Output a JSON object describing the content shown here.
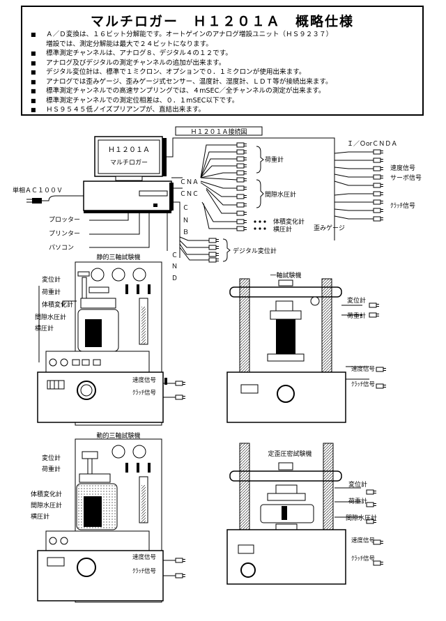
{
  "title": "マルチロガー　Ｈ１２０１Ａ　概略仕様",
  "specs": [
    {
      "bullet": true,
      "text": "Ａ／Ｄ変換は、１６ビット分解能です。オートゲインのアナログ増設ユニット（ＨＳ９２３７）"
    },
    {
      "bullet": false,
      "text": "増設では、測定分解能は最大で２４ビットになります。"
    },
    {
      "bullet": true,
      "text": "標準測定チャンネルは、アナログ８、デジタル４の１２です。"
    },
    {
      "bullet": true,
      "text": "アナログ及びデジタルの測定チャンネルの追加が出来ます。"
    },
    {
      "bullet": true,
      "text": "デジタル変位計は、標準で１ミクロン、オプションで０．１ミクロンが使用出来ます。"
    },
    {
      "bullet": true,
      "text": "アナログでは歪みゲージ、歪みゲージ式センサー、温度計、湿度計、ＬＤＴ等が接続出来ます。"
    },
    {
      "bullet": true,
      "text": "標準測定チャンネルでの高速サンプリングでは、４mSEC／全チャンネルの測定が出来ます。"
    },
    {
      "bullet": true,
      "text": "標準測定チャンネルでの測定位相差は、０．１mSEC以下です。"
    },
    {
      "bullet": true,
      "text": "ＨＳ９５４５低ノイズプリアンプが、直結出来ます。"
    }
  ],
  "diagram": {
    "title": "Ｈ１２０１Ａ接続図",
    "monitor_line1": "Ｈ１２０１Ａ",
    "monitor_line2": "マルチロガー",
    "power": "単相ＡＣ１００Ｖ",
    "plotter": "プロッター",
    "printer": "プリンター",
    "pc": "パソコン",
    "cna": "ＣＮＡ",
    "cnc": "ＣＮＣ",
    "port_c": "Ｃ",
    "port_n": "Ｎ",
    "port_b": "Ｂ",
    "cnd_c": "Ｃ",
    "cnd_n": "Ｎ",
    "cnd_d": "Ｄ",
    "load_cell": "荷重計",
    "pore_pressure": "間隙水圧計",
    "volume_change": "体積変化計",
    "lateral_pressure": "横圧計",
    "strain_gauge": "歪みゲージ",
    "digital_disp": "デジタル変位計",
    "io_cnda": "Ｉ／ＯorＣＮＤＡ",
    "speed_signal": "速度信号",
    "servo_signal": "サーボ信号",
    "clutch_signal": "ｸﾗｯﾁ信号"
  },
  "machines": {
    "static_triaxial": {
      "title": "静的三軸試験機",
      "labels": [
        "変位計",
        "荷重計",
        "体積変化計",
        "間隙水圧計",
        "横圧計"
      ],
      "signals": [
        "速度信号",
        "ｸﾗｯﾁ信号"
      ]
    },
    "unconfined": {
      "title": "一軸試験機",
      "labels": [
        "変位計",
        "荷重計"
      ],
      "signals": [
        "速度信号",
        "ｸﾗｯﾁ信号"
      ]
    },
    "dynamic_triaxial": {
      "title": "動的三軸試験機",
      "labels": [
        "変位計",
        "荷重計",
        "体積変化計",
        "間隙水圧計",
        "横圧計"
      ],
      "signals": [
        "速度信号",
        "ｸﾗｯﾁ信号"
      ]
    },
    "constant_pressure": {
      "title": "定歪圧密試験機",
      "labels": [
        "変位計",
        "荷重計",
        "間隙水圧計"
      ],
      "signals": [
        "速度信号",
        "ｸﾗｯﾁ信号"
      ]
    }
  }
}
